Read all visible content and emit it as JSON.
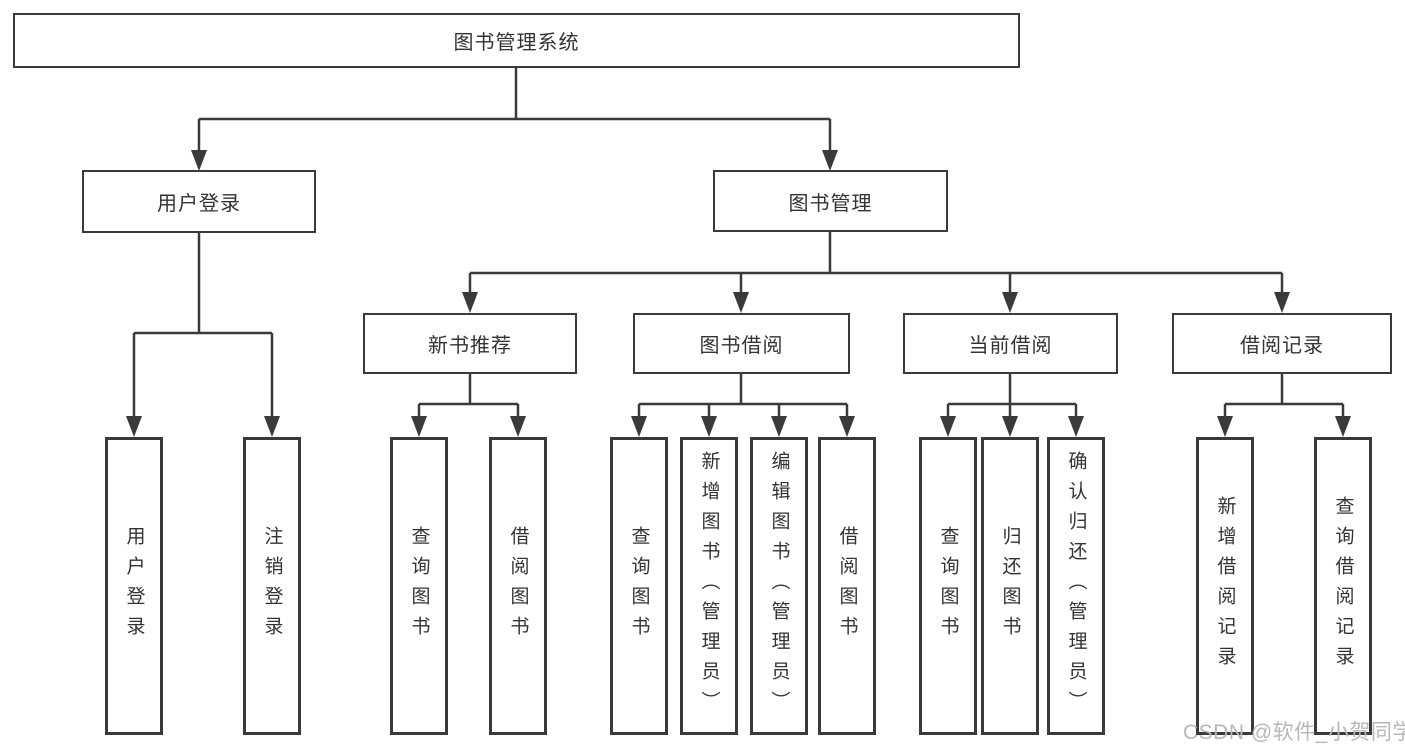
{
  "tree": {
    "root": {
      "label": "图书管理系统"
    },
    "branches": [
      {
        "label": "用户登录",
        "leaves": [
          {
            "label": "用户登录"
          },
          {
            "label": "注销登录"
          }
        ]
      },
      {
        "label": "图书管理",
        "groups": [
          {
            "label": "新书推荐",
            "leaves": [
              {
                "label": "查询图书"
              },
              {
                "label": "借阅图书"
              }
            ]
          },
          {
            "label": "图书借阅",
            "leaves": [
              {
                "label": "查询图书"
              },
              {
                "label": "新增图书（管理员）"
              },
              {
                "label": "编辑图书（管理员）"
              },
              {
                "label": "借阅图书"
              }
            ]
          },
          {
            "label": "当前借阅",
            "leaves": [
              {
                "label": "查询图书"
              },
              {
                "label": "归还图书"
              },
              {
                "label": "确认归还（管理员）"
              }
            ]
          },
          {
            "label": "借阅记录",
            "leaves": [
              {
                "label": "新增借阅记录"
              },
              {
                "label": "查询借阅记录"
              }
            ]
          }
        ]
      }
    ]
  },
  "watermark": {
    "text": "CSDN @软件_小贺同学"
  },
  "colors": {
    "line": "#3a3a3a",
    "text": "#333333",
    "watermark": "#b8b8b8",
    "background": "#ffffff"
  }
}
